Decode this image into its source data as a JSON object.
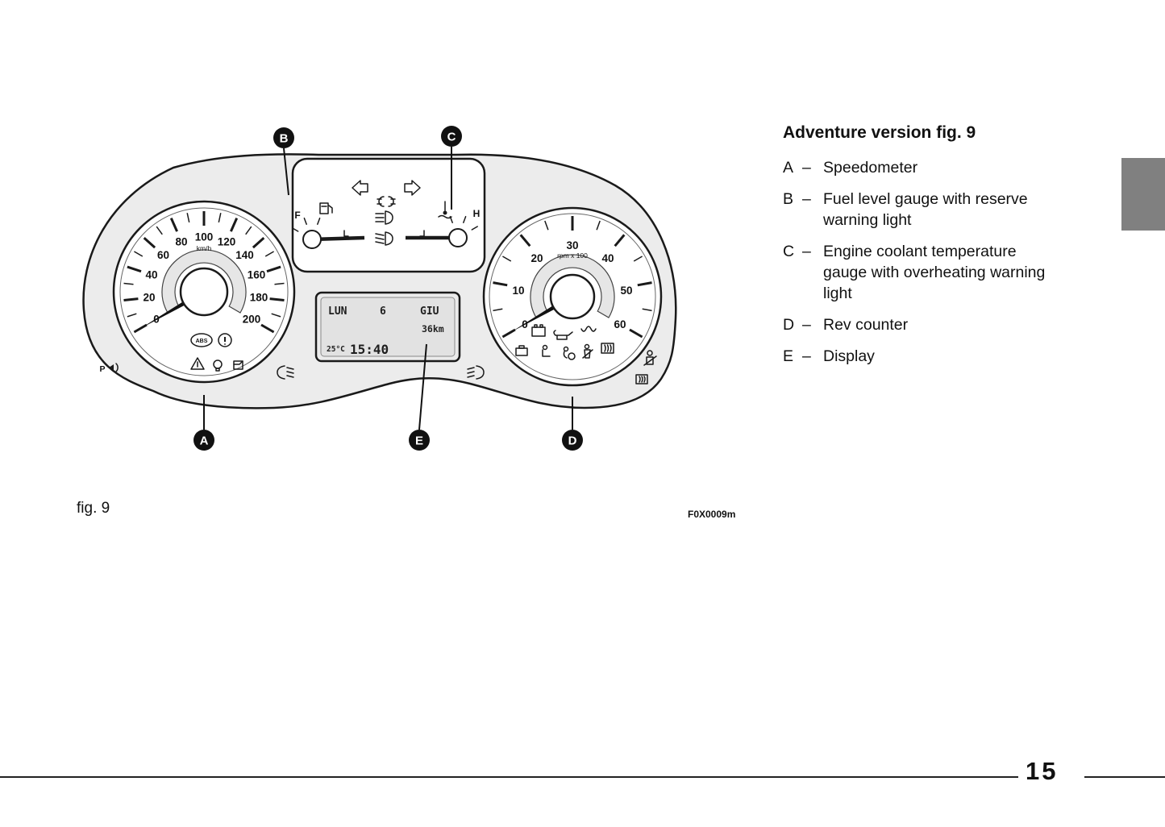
{
  "page": {
    "fig_label": "fig. 9",
    "figure_code": "F0X0009m",
    "page_number": "15"
  },
  "legend": {
    "title": "Adventure version fig. 9",
    "items": [
      {
        "letter": "A",
        "dash": "–",
        "text": "Speedometer"
      },
      {
        "letter": "B",
        "dash": "–",
        "text": "Fuel level gauge with reserve warning light"
      },
      {
        "letter": "C",
        "dash": "–",
        "text": "Engine coolant temperature gauge with overheating warning light"
      },
      {
        "letter": "D",
        "dash": "–",
        "text": "Rev counter"
      },
      {
        "letter": "E",
        "dash": "–",
        "text": "Display"
      }
    ]
  },
  "cluster": {
    "callouts": [
      "A",
      "B",
      "C",
      "D",
      "E"
    ],
    "speedometer": {
      "unit": "km/h",
      "labels": [
        "0",
        "20",
        "40",
        "60",
        "80",
        "100",
        "120",
        "140",
        "160",
        "180",
        "200"
      ]
    },
    "tachometer": {
      "unit": "rpm x 100",
      "labels": [
        "0",
        "10",
        "20",
        "30",
        "40",
        "50",
        "60"
      ]
    },
    "fuel_gauge": {
      "full_label": "F"
    },
    "temp_gauge": {
      "hot_label": "H"
    },
    "display": {
      "day": "LUN",
      "date": "6",
      "month": "GIU",
      "odometer": "36km",
      "temperature": "25°C",
      "time": "15:40"
    },
    "icons": {
      "abs_label": "ABS",
      "parking_label": "P"
    }
  }
}
